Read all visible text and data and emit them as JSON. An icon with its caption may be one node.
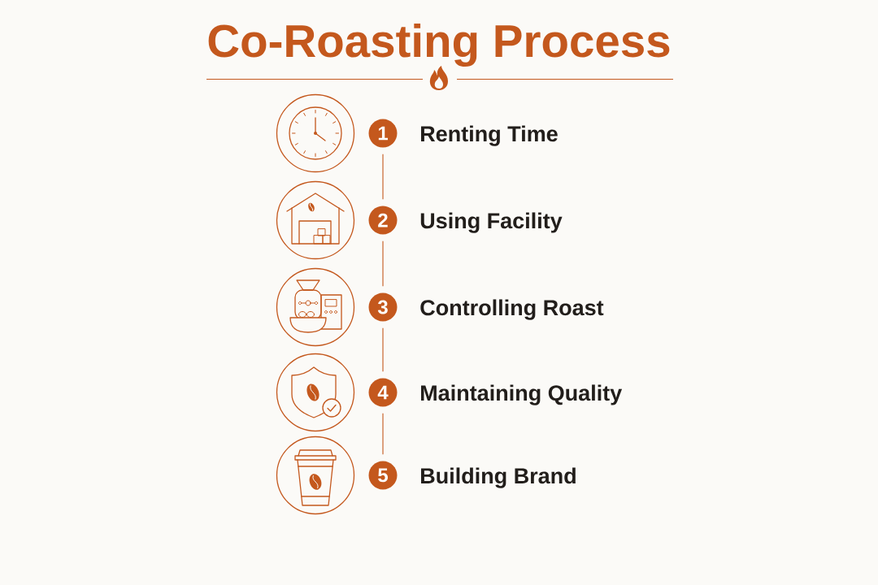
{
  "diagram": {
    "title": "Co-Roasting Process",
    "nodes": [
      {
        "text": [
          "1"
        ],
        "beside": [
          "Renting Time"
        ]
      },
      {
        "text": [
          "2"
        ],
        "beside": [
          "Using Facility"
        ]
      },
      {
        "text": [
          "3"
        ],
        "beside": [
          "Controlling Roast"
        ]
      },
      {
        "text": [
          "4"
        ],
        "beside": [
          "Maintaining Quality"
        ]
      },
      {
        "text": [
          "5"
        ],
        "beside": [
          "Building Brand"
        ]
      }
    ],
    "edges": [
      {
        "from": 0,
        "to": 1,
        "arrow": "none"
      },
      {
        "from": 1,
        "to": 2,
        "arrow": "none"
      },
      {
        "from": 2,
        "to": 3,
        "arrow": "none"
      },
      {
        "from": 3,
        "to": 4,
        "arrow": "none"
      }
    ]
  }
}
